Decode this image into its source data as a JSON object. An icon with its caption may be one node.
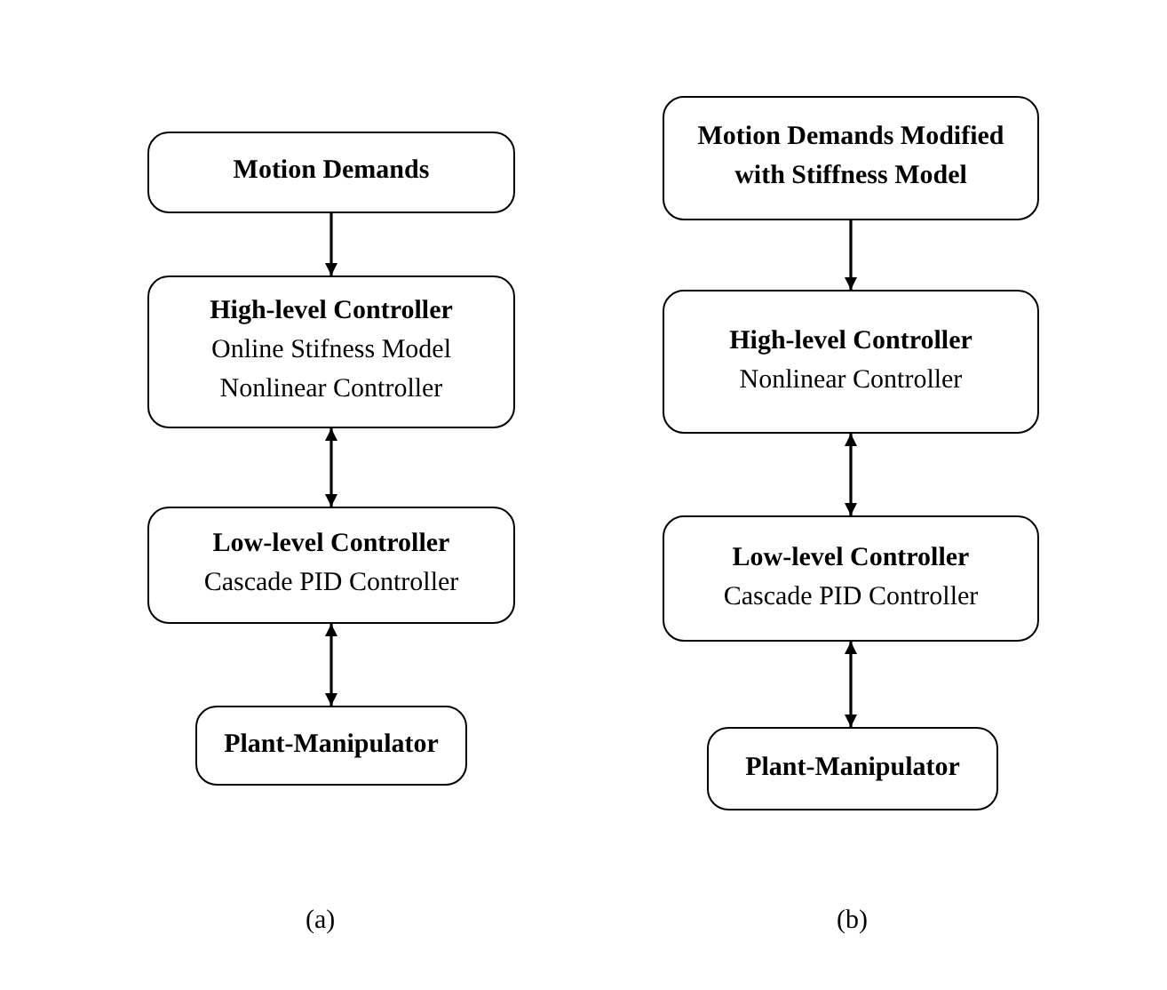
{
  "diagram": {
    "nodes": [
      {
        "text": [
          "Motion Demands"
        ]
      },
      {
        "text": [
          "High-level Controller",
          "Online Stifness Model",
          "Nonlinear Controller"
        ]
      },
      {
        "text": [
          "Low-level Controller",
          "Cascade PID Controller"
        ]
      },
      {
        "text": [
          "Plant-Manipulator"
        ]
      },
      {
        "text": [
          "Motion Demands Modified with Stiffness Model"
        ]
      },
      {
        "text": [
          "High-level Controller",
          "Nonlinear Controller"
        ]
      },
      {
        "text": [
          "Low-level Controller",
          "Cascade PID Controller"
        ]
      },
      {
        "text": [
          "Plant-Manipulator"
        ]
      }
    ],
    "edges": [
      {
        "from": 0,
        "to": 1,
        "arrow": "to"
      },
      {
        "from": 1,
        "to": 2,
        "arrow": "both"
      },
      {
        "from": 2,
        "to": 3,
        "arrow": "both"
      },
      {
        "from": 4,
        "to": 5,
        "arrow": "to"
      },
      {
        "from": 5,
        "to": 6,
        "arrow": "both"
      },
      {
        "from": 6,
        "to": 7,
        "arrow": "both"
      }
    ],
    "labels": [
      "(a)",
      "(b)"
    ]
  }
}
